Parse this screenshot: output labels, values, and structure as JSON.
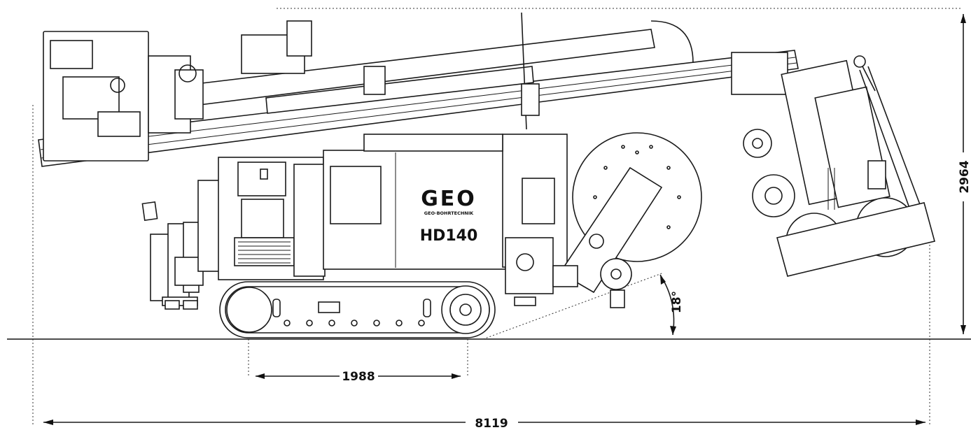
{
  "logo": {
    "mark": "GEO",
    "tagline": "GEO·BOHRTECHNIK"
  },
  "model": "HD140",
  "dimensions": {
    "track_length": "1988",
    "overall_length": "8119",
    "height": "2964",
    "angle": "18°"
  },
  "colors": {
    "line": "#1a1a1a",
    "background": "#ffffff"
  }
}
